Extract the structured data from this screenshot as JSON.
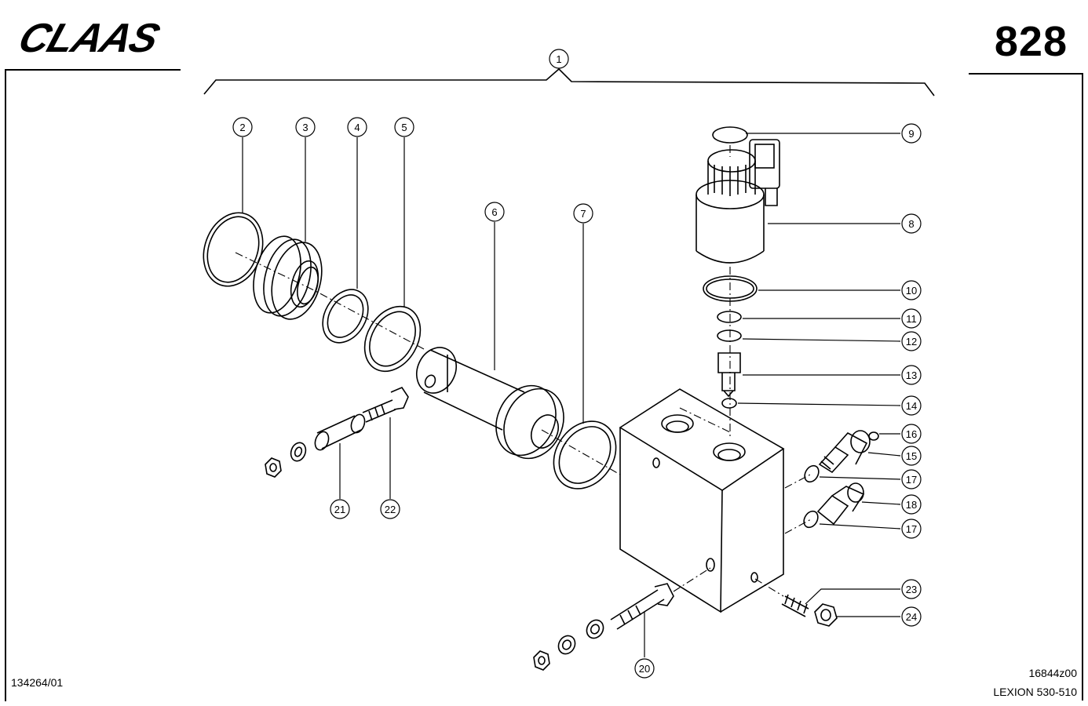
{
  "header": {
    "brand": "CLAAS",
    "page_number": "828"
  },
  "footer": {
    "doc_number": "134264/01",
    "drawing_code": "16844z00",
    "model": "LEXION 530-510"
  },
  "callouts": [
    "1",
    "2",
    "3",
    "4",
    "5",
    "6",
    "7",
    "8",
    "9",
    "10",
    "11",
    "12",
    "13",
    "14",
    "15",
    "16",
    "17",
    "18",
    "17",
    "20",
    "21",
    "22",
    "23",
    "24"
  ]
}
